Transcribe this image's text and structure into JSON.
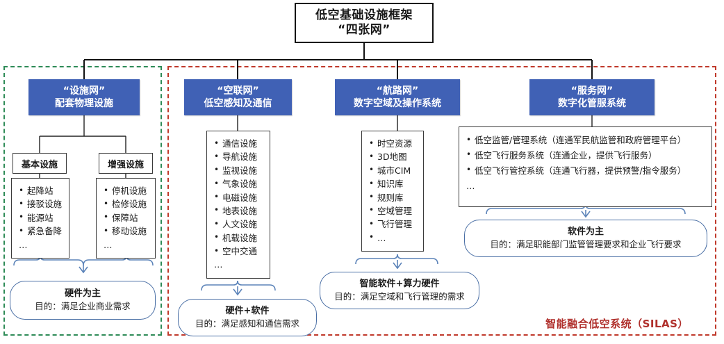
{
  "title": {
    "line1": "低空基础设施框架",
    "line2": "“四张网”"
  },
  "groups": {
    "green_frame_label": "设施网分组",
    "red_frame_label": "智能融合低空系统分组"
  },
  "colors": {
    "header_blue": "#4061b5",
    "frame_green": "#2e8b57",
    "frame_red": "#c0392b",
    "accent_red_text": "#b0302c",
    "rounded_border_blue": "#4a6fa5",
    "brace_blue": "#5b83b9",
    "box_border": "#3a3a3a",
    "title_border": "#111111"
  },
  "columns": [
    {
      "id": "facility-net",
      "header_line1": "“设施网”",
      "header_line2": "配套物理设施",
      "sub_boxes": [
        {
          "label": "基本设施",
          "items": [
            "起降站",
            "接驳设施",
            "能源站",
            "紧急备降"
          ],
          "ellipsis": "…"
        },
        {
          "label": "增强设施",
          "items": [
            "停机设施",
            "检修设施",
            "保障站",
            "移动设施"
          ],
          "ellipsis": "…"
        }
      ],
      "summary": {
        "line1": "硬件为主",
        "line2": "目的：满足企业商业需求"
      }
    },
    {
      "id": "air-link-net",
      "header_line1": "“空联网”",
      "header_line2": "低空感知及通信",
      "items": [
        "通信设施",
        "导航设施",
        "监视设施",
        "气象设施",
        "电磁设施",
        "地表设施",
        "人文设施",
        "机载设施",
        "空中交通"
      ],
      "ellipsis": "…",
      "summary": {
        "line1": "硬件+软件",
        "line2": "目的：满足感知和通信需求"
      }
    },
    {
      "id": "route-net",
      "header_line1": "“航路网”",
      "header_line2": "数字空域及操作系统",
      "items": [
        "时空资源",
        "3D地图",
        "城市CIM",
        "知识库",
        "规则库",
        "空域管理",
        "飞行管理",
        "…"
      ],
      "summary": {
        "line1": "智能软件+算力硬件",
        "line2": "目的：满足空域和飞行管理的需求"
      }
    },
    {
      "id": "service-net",
      "header_line1": "“服务网”",
      "header_line2": "数字化管服系统",
      "items": [
        "低空监管/管理系统（连通军民航监管和政府管理平台）",
        "低空飞行服务系统（连通企业，提供飞行服务）",
        "低空飞行管控系统（连通飞行器，提供预警/指令服务）"
      ],
      "ellipsis": "…",
      "summary": {
        "line1": "软件为主",
        "line2": "目的：满足职能部门监管管理要求和企业飞行要求"
      }
    }
  ],
  "footer_note": "智能融合低空系统（SILAS）"
}
